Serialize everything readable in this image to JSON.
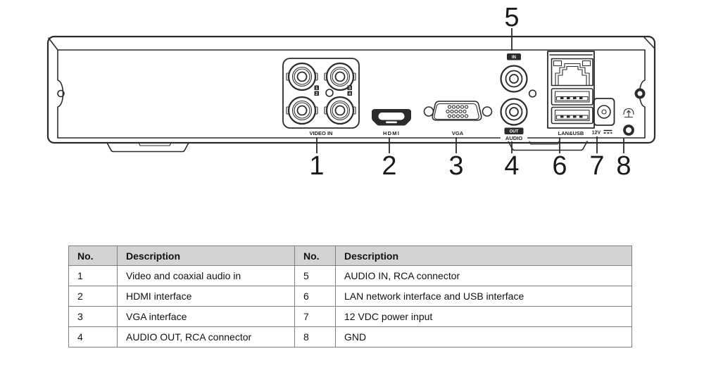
{
  "colors": {
    "line": "#2b2b2b",
    "table_border": "#7f7f7f",
    "header_bg": "#d3d3d3"
  },
  "diagram": {
    "labels": {
      "video_in": "VIDEO IN",
      "hdmi": "HDMI",
      "vga": "VGA",
      "audio_in_badge": "IN",
      "audio_out_badge": "OUT",
      "audio": "AUDIO",
      "lan_usb": "LAN&USB",
      "power": "12V"
    },
    "bnc_channels": [
      "1",
      "2",
      "3",
      "4"
    ],
    "callouts": [
      "1",
      "2",
      "3",
      "4",
      "5",
      "6",
      "7",
      "8"
    ]
  },
  "table": {
    "headers": [
      "No.",
      "Description",
      "No.",
      "Description"
    ],
    "rows": [
      {
        "no_left": "1",
        "desc_left": "Video and coaxial audio in",
        "no_right": "5",
        "desc_right": "AUDIO IN, RCA connector"
      },
      {
        "no_left": "2",
        "desc_left": "HDMI interface",
        "no_right": "6",
        "desc_right": "LAN network interface and USB interface"
      },
      {
        "no_left": "3",
        "desc_left": "VGA interface",
        "no_right": "7",
        "desc_right": "12 VDC power input"
      },
      {
        "no_left": "4",
        "desc_left": "AUDIO OUT, RCA connector",
        "no_right": "8",
        "desc_right": "GND"
      }
    ]
  }
}
